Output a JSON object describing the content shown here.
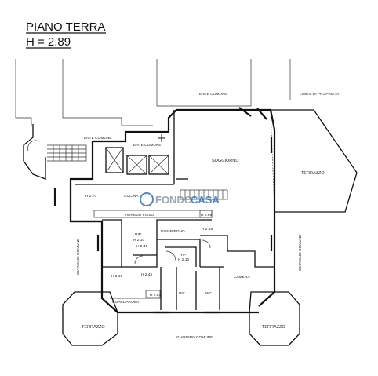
{
  "title": {
    "line1": "PIANO TERRA",
    "line2": "H = 2.89"
  },
  "labels": {
    "ente_comune_top": "ENTE COMUNE",
    "limite_proprieta": "LIMITE DI PROPRIETA'",
    "ente_comune_left": "ENTE COMUNE",
    "ente_comune_mid": "ENTE COMUNE",
    "soggiorno": "SOGGIORNO",
    "terrazzo_right": "TERRAZZO",
    "balcone": "BALCONE",
    "h270": "H 2.70",
    "cucina": "CUCINA",
    "arredo_fisso": "ARREDO FISSO",
    "h268a": "H 2.68",
    "h268b": "H 2.68",
    "rip1": "RIP.",
    "h210a": "H 2.10",
    "disimpegno": "DISIMPEGNO",
    "h245a": "H 2.45",
    "rip2": "RIP.",
    "h210b": "H 2.10",
    "h210c": "H 2.10",
    "h245b": "H 2.45",
    "h263": "H 2.63",
    "wc1": "WC",
    "wc2": "WC",
    "camera": "CAMERA",
    "guardaroba": "GUARDAROBA",
    "giardino_left": "GIARDINO COMUNE",
    "giardino_right": "GIARDINO COMUNE",
    "terrazzo_bl": "TERRAZZO",
    "terrazzo_br": "TERRAZZO",
    "giardino_bottom": "GIARDINO COMUNE"
  },
  "watermark": {
    "part1": "FONDO",
    "part2": "CASA",
    "color1": "#7a8a99",
    "color2": "#1e5fa8"
  },
  "colors": {
    "lines": "#111111",
    "background": "#ffffff"
  }
}
